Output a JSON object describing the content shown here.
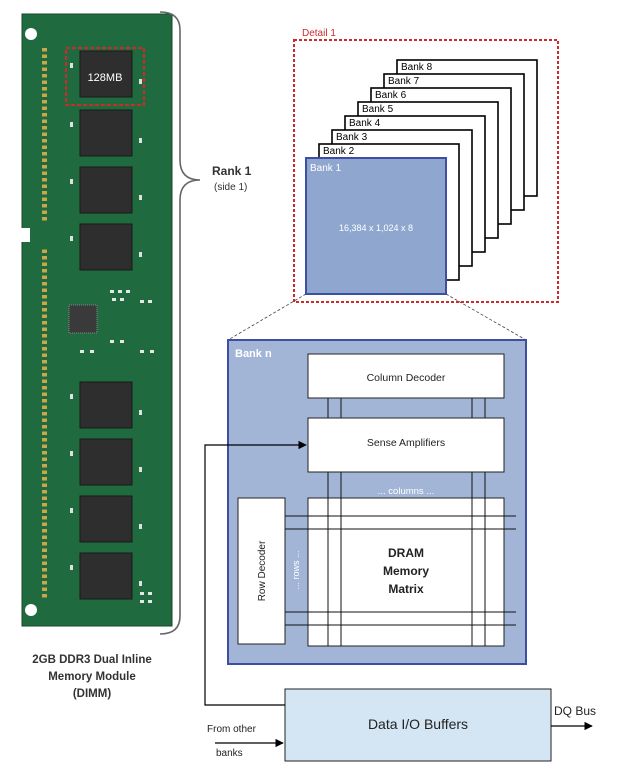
{
  "dimm": {
    "chip_label": "128MB",
    "caption": [
      "2GB DDR3 Dual Inline",
      "Memory Module",
      "(DIMM)"
    ]
  },
  "rank": {
    "title": "Rank 1",
    "subtitle": "(side 1)"
  },
  "detail": {
    "label": "Detail 1",
    "banks": [
      "Bank 8",
      "Bank 7",
      "Bank 6",
      "Bank 5",
      "Bank 4",
      "Bank 3",
      "Bank 2"
    ],
    "front_bank": "Bank 1",
    "matrix_size": "16,384 x 1,024 x 8"
  },
  "bank_n": {
    "label": "Bank n",
    "column_decoder": "Column Decoder",
    "sense_amplifiers": "Sense Amplifiers",
    "columns": "... columns ...",
    "rows": "... rows ...",
    "row_decoder": "Row Decoder",
    "matrix": [
      "DRAM",
      "Memory",
      "Matrix"
    ]
  },
  "io": {
    "buffers": "Data I/O Buffers",
    "dq_bus": "DQ Bus",
    "from_other": [
      "From other",
      "banks"
    ]
  },
  "colors": {
    "pcb": "#1f6a3f",
    "chip": "#2e2e2e",
    "gold": "#c9a64a",
    "detail_border": "#cc2b2b",
    "bank_fill": "#8fa7cf",
    "bank_border": "#3e4fa3",
    "bank_n_fill": "#a3b5d6",
    "io_fill": "#d4e6f4"
  }
}
